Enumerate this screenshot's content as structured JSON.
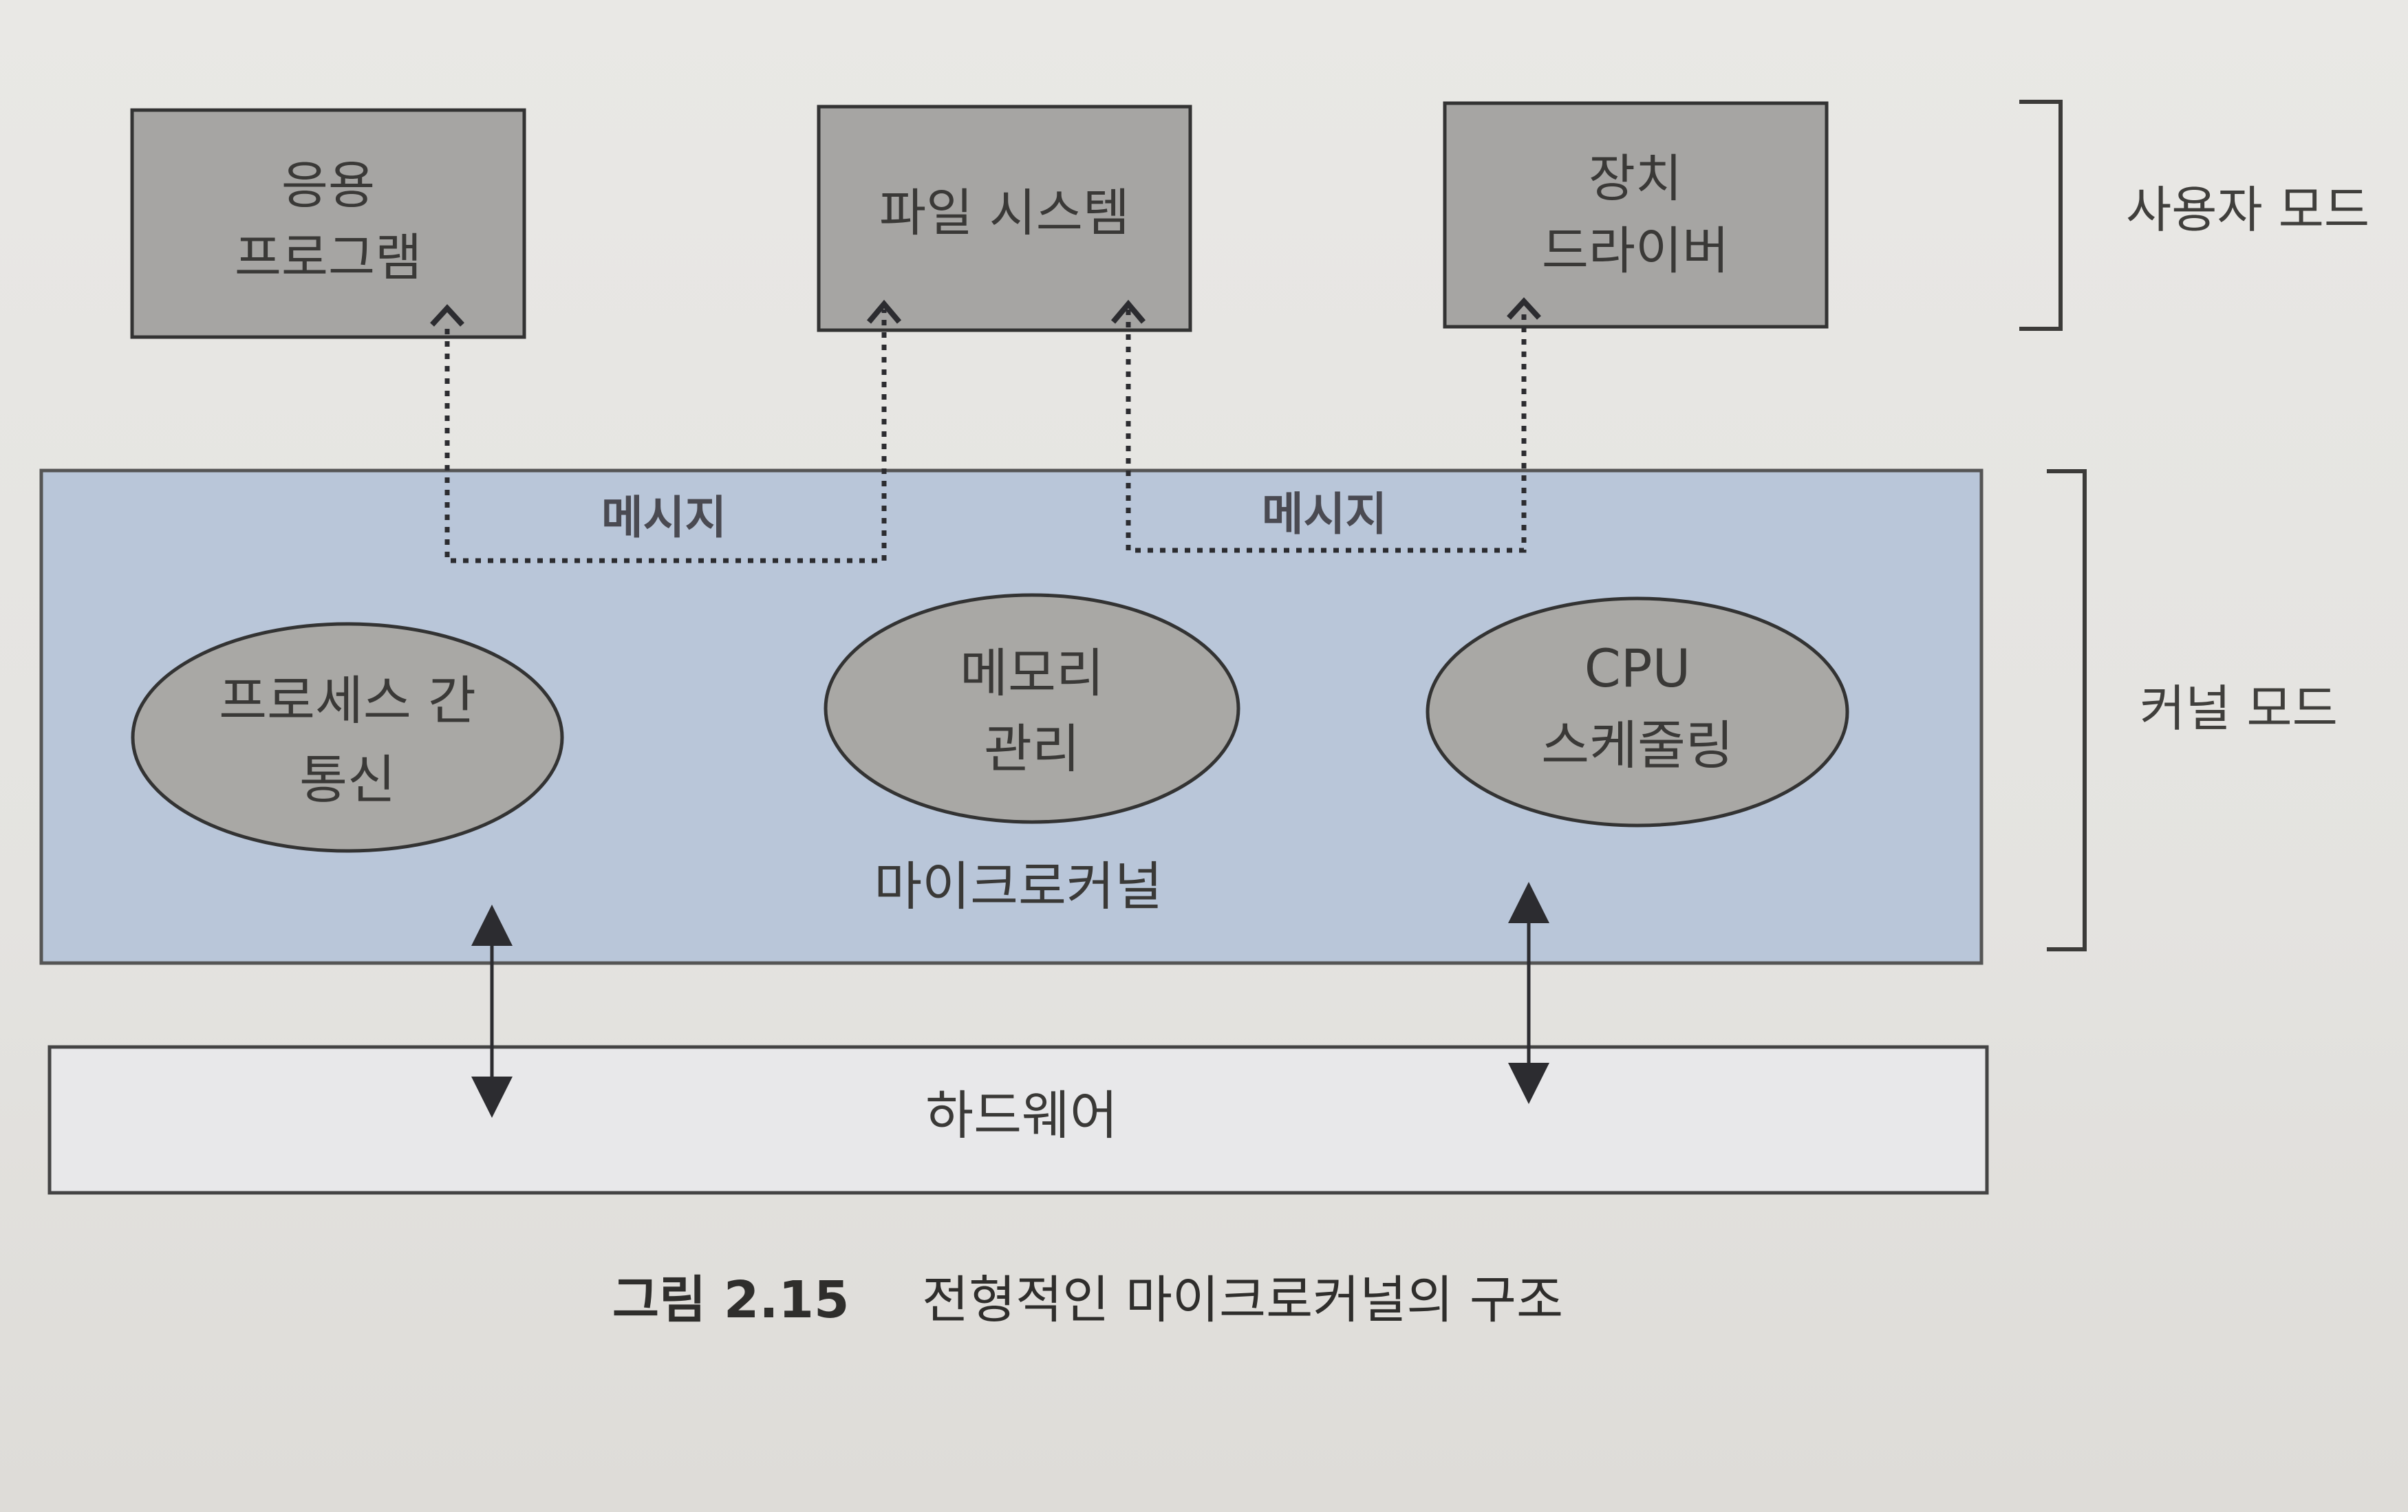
{
  "diagram": {
    "user_boxes": [
      {
        "line1": "응용",
        "line2": "프로그램"
      },
      {
        "line1": "파일 시스템",
        "line2": ""
      },
      {
        "line1": "장치",
        "line2": "드라이버"
      }
    ],
    "messages": [
      "메시지",
      "메시지"
    ],
    "kernel_nodes": [
      {
        "line1": "프로세스 간",
        "line2": "통신"
      },
      {
        "line1": "메모리",
        "line2": "관리"
      },
      {
        "line1": "CPU",
        "line2": "스케줄링"
      }
    ],
    "microkernel_label": "마이크로커널",
    "hardware_label": "하드웨어",
    "user_mode_label": "사용자 모드",
    "kernel_mode_label": "커널 모드",
    "caption_number": "그림 2.15",
    "caption_title": "전형적인 마이크로커널의 구조"
  },
  "colors": {
    "kernel_fill": "#b9c6d9",
    "box_fill": "#a6a5a3",
    "ellipse_fill": "#a9a8a5",
    "hardware_fill": "#e8e8ea"
  }
}
